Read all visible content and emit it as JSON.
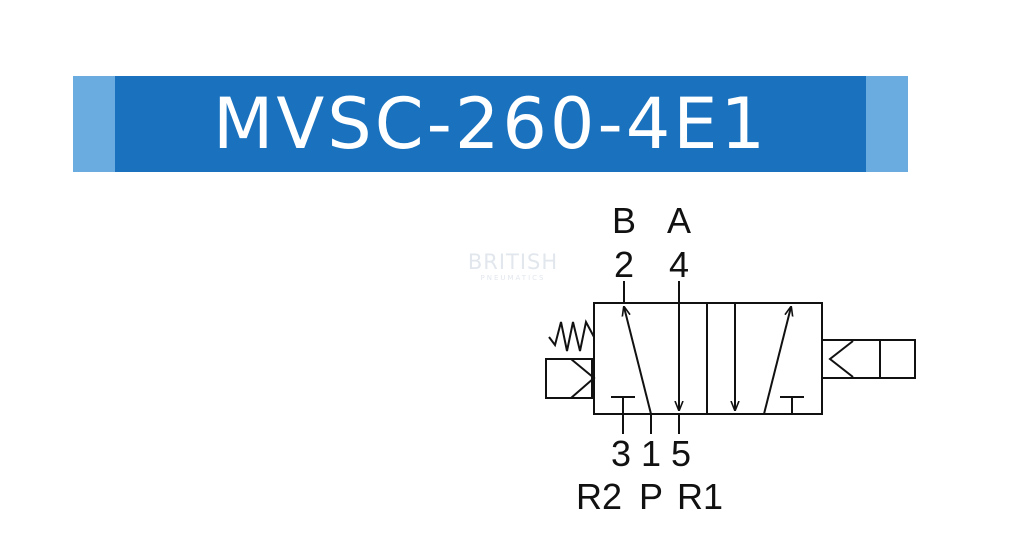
{
  "banner": {
    "title": "MVSC-260-4E1",
    "main_color": "#1a72bf",
    "side_color": "#6aabe0"
  },
  "watermark": {
    "line1": "BRITISH",
    "line2": "PNEUMATICS"
  },
  "ports": {
    "top_letters": [
      "B",
      "A"
    ],
    "top_numbers": [
      "2",
      "4"
    ],
    "bottom_numbers": [
      "3",
      "1",
      "5"
    ],
    "bottom_letters": [
      "R2",
      "P",
      "R1"
    ]
  },
  "icons": [
    "spring-icon",
    "solenoid-icon",
    "manual-override-icon",
    "flow-arrow-icon",
    "exhaust-block-icon"
  ]
}
